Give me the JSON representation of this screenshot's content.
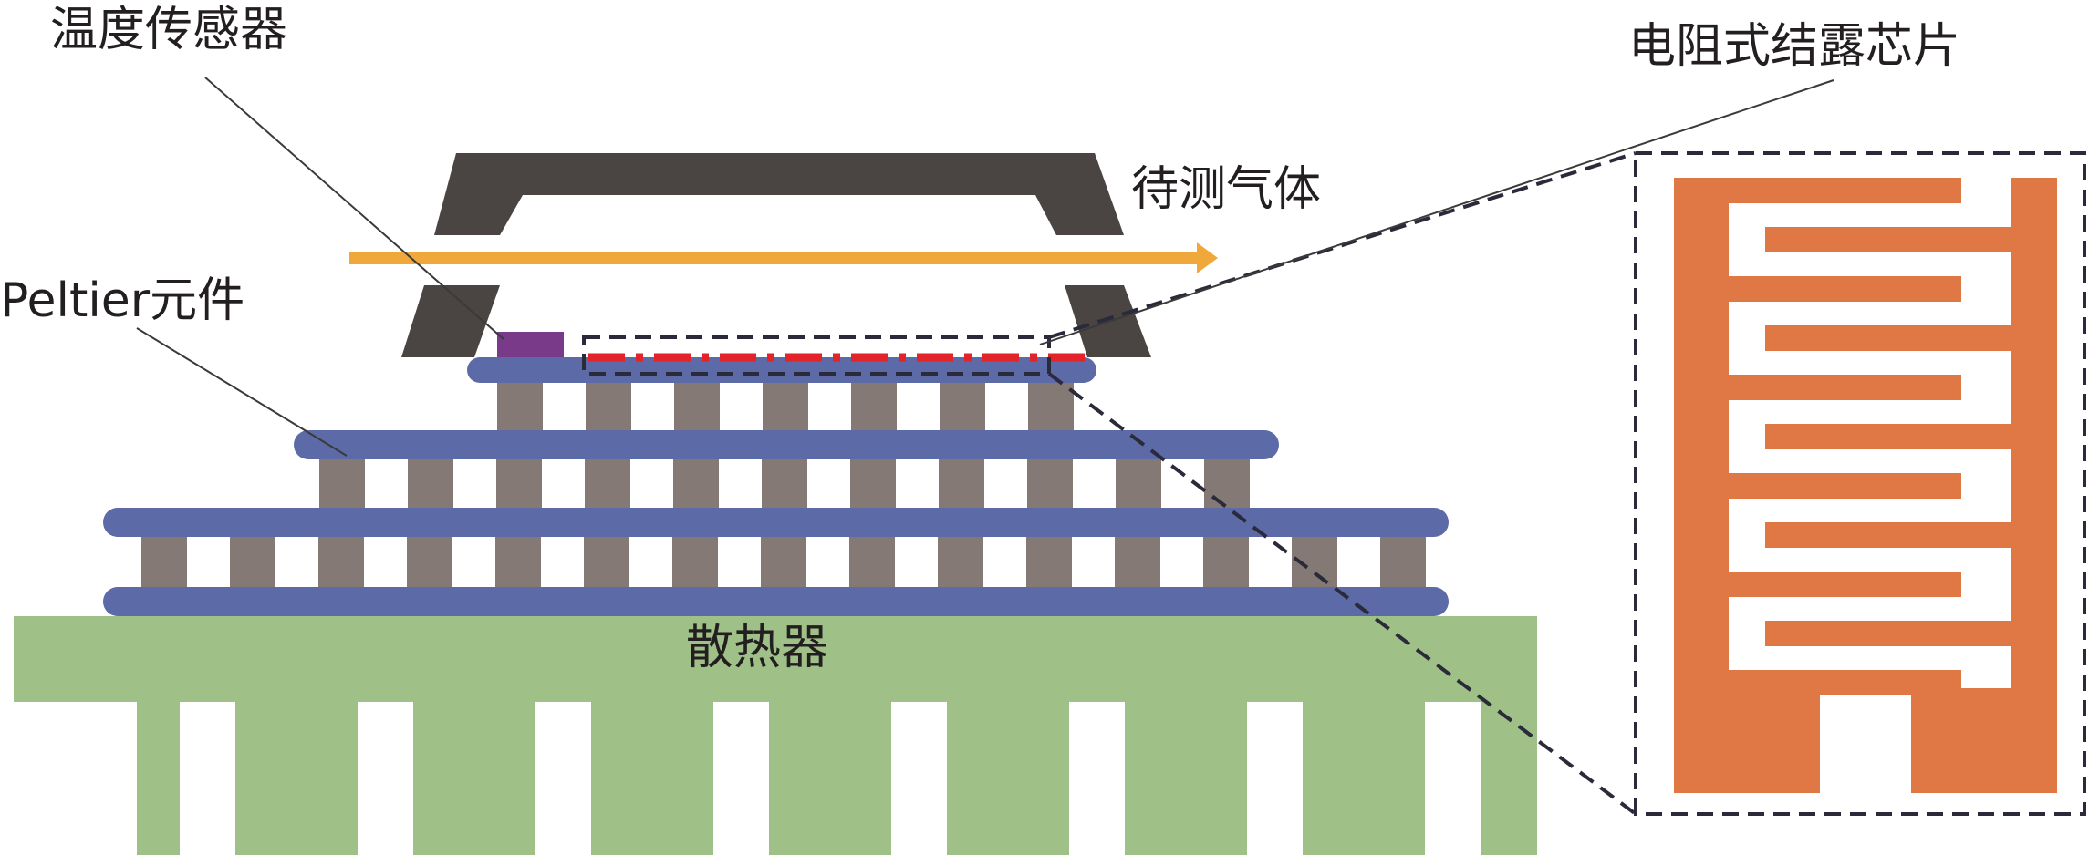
{
  "labels": {
    "temperature_sensor": "温度传感器",
    "resistive_dew_chip": "电阻式结露芯片",
    "gas_under_test": "待测气体",
    "peltier_element": "Peltier元件",
    "heat_sink": "散热器"
  },
  "colors": {
    "heat_sink": "#9fc187",
    "peltier_plate": "#5c6aa8",
    "peltier_pillar": "#857975",
    "gas_chamber": "#4a4443",
    "gas_flow_arrow": "#f0a83a",
    "temperature_sensor": "#7a3a8a",
    "dew_chip_surface": "#e0242a",
    "electrode": "#e07845",
    "leader_line": "#3a3a3a",
    "dashed_outline": "#2a2a3a"
  },
  "icons": {
    "flow": "arrow-right-icon",
    "electrode": "interdigitated-electrode-icon"
  }
}
